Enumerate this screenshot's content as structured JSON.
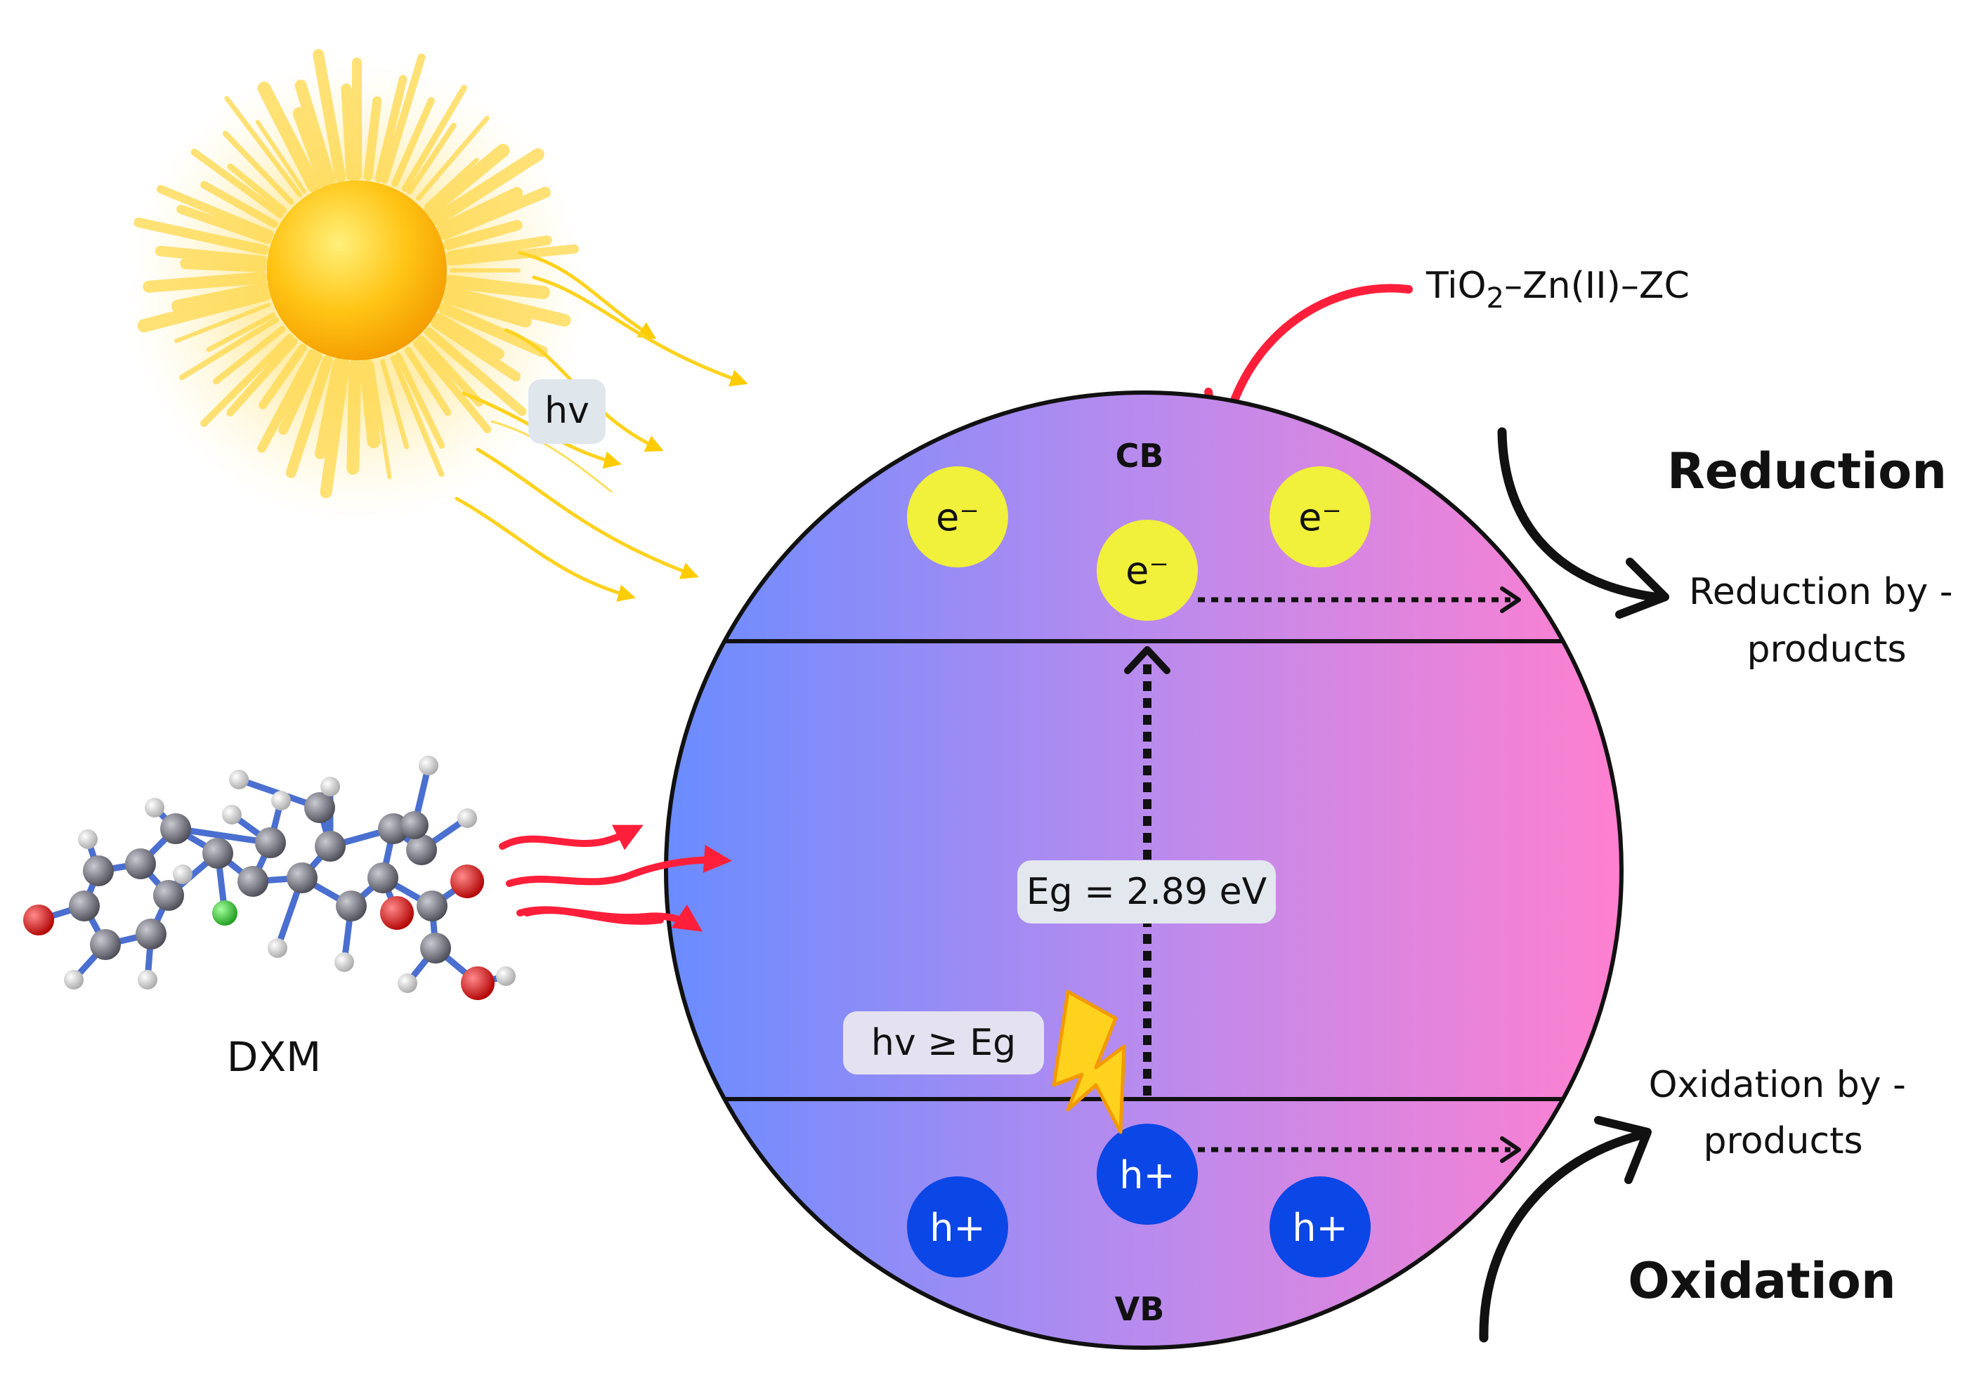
{
  "sun": {
    "light_label": "hv"
  },
  "catalyst": {
    "name_prefix": "TiO",
    "name_subscript": "2",
    "name_suffix": "–Zn(II)–ZC"
  },
  "bands": {
    "conduction_band": "CB",
    "valence_band": "VB",
    "band_gap_label": "Eg =  2.89 eV",
    "excitation_label": "hv ≥ Eg"
  },
  "carriers": {
    "electron_label": "e⁻",
    "hole_label": "h+"
  },
  "pollutant": {
    "name": "DXM"
  },
  "reactions": {
    "reduction_title": "Reduction",
    "reduction_products": [
      "Reduction by -",
      "products"
    ],
    "oxidation_title": "Oxidation",
    "oxidation_products": [
      "Oxidation by -",
      "products"
    ]
  },
  "colors": {
    "gradient_left": "#6e8cff",
    "gradient_mid": "#b78af0",
    "gradient_right": "#ff82d2",
    "electron_fill": "#f1f03a",
    "hole_fill": "#0b46e6",
    "light_rays": "#ffd21e",
    "pollutant_arrows": "#ff1f3a",
    "catalyst_arrow": "#ff1f3a"
  }
}
